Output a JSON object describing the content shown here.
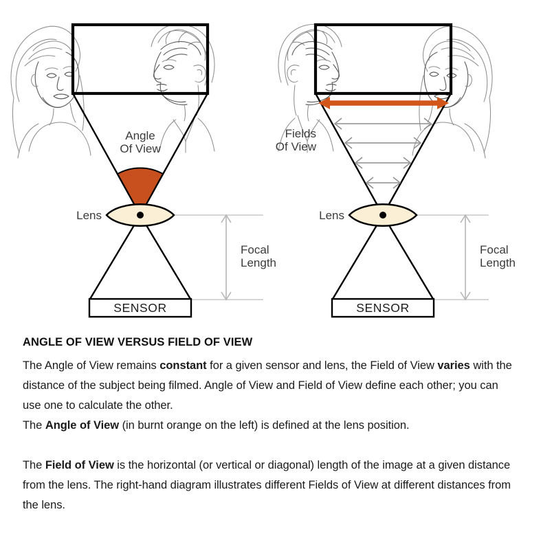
{
  "diagram": {
    "left": {
      "name": "angle-of-view-diagram",
      "frame_label": "",
      "angle_label_line1": "Angle",
      "angle_label_line2": "Of View",
      "lens_label": "Lens",
      "focal_label_line1": "Focal",
      "focal_label_line2": "Length",
      "sensor_label": "SENSOR"
    },
    "right": {
      "name": "field-of-view-diagram",
      "fields_label_line1": "Fields",
      "fields_label_line2": "Of View",
      "lens_label": "Lens",
      "focal_label_line1": "Focal",
      "focal_label_line2": "Length",
      "sensor_label": "SENSOR"
    }
  },
  "colors": {
    "burnt_orange_wedge": "#C8501E",
    "orange_arrow": "#D2551A",
    "lens_fill": "#FBEFD6",
    "outline_black": "#000000",
    "guide_gray": "#C9C9C9",
    "arrow_gray": "#8E8E8E",
    "portrait_gray": "#8F8F8F",
    "text_color": "#1A1A1A",
    "page_background": "#FFFFFF"
  },
  "caption": {
    "heading": "ANGLE OF VIEW VERSUS FIELD OF VIEW",
    "paragraph1": {
      "seg1": "The Angle of View remains ",
      "bold1": "constant",
      "seg2": " for a given sensor and lens, the Field of View ",
      "bold2": "varies",
      "seg3": " with the distance of the subject being filmed. Angle of View and Field of View define each other; you can use one to calculate the other."
    },
    "paragraph2": {
      "seg1": "The ",
      "bold1": "Angle of View",
      "seg2": " (in burnt orange on the left) is defined at the lens position."
    },
    "paragraph3": {
      "seg1": "The ",
      "bold1": "Field of View",
      "seg2": " is the horizontal (or vertical or diagonal) length of the image at a given distance from the lens. The right-hand diagram illustrates different Fields of View at different distances from the lens."
    }
  },
  "fov_arrows": {
    "count": 4,
    "description": "gray double-headed horizontal arrows at decreasing widths between the cone edges"
  }
}
